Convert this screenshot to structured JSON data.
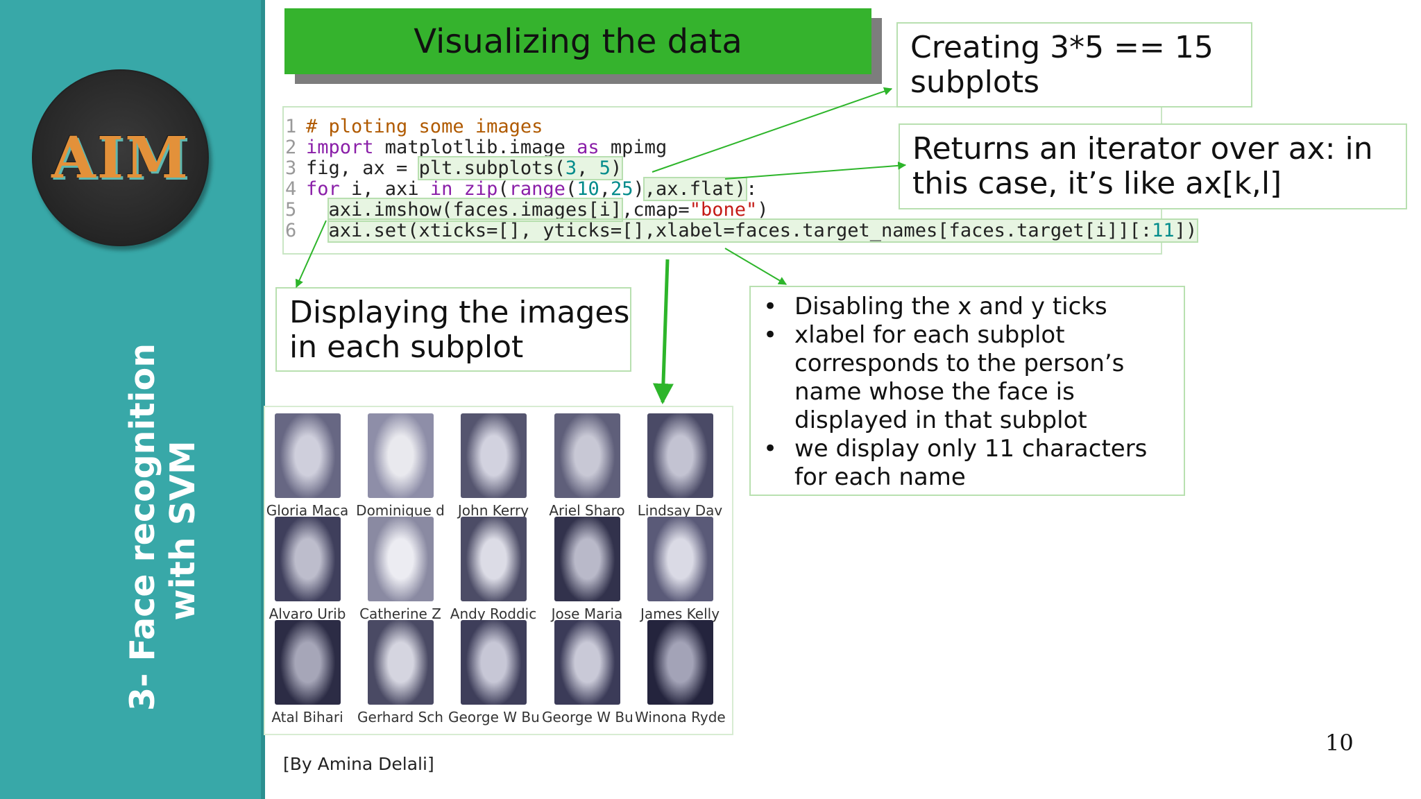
{
  "sidebar": {
    "logo_text": "AIM",
    "title_line1": "3- Face recognition",
    "title_line2": "with SVM"
  },
  "title": "Visualizing the data",
  "code": {
    "line_numbers": [
      "1",
      "2",
      "3",
      "4",
      "5",
      "6"
    ],
    "line1": "# ploting some images",
    "line2_kw1": "import",
    "line2_mid": " matplotlib.image ",
    "line2_kw2": "as",
    "line2_end": " mpimg",
    "line3_start": "fig, ax = ",
    "line3_hl": "plt.subplots(",
    "line3_n1": "3",
    "line3_sep": ", ",
    "line3_n2": "5",
    "line3_end": ")",
    "line4_kw1": "for",
    "line4_a": " i, axi ",
    "line4_kw2": "in",
    "line4_sp": " ",
    "line4_kw3": "zip",
    "line4_p1": "(",
    "line4_kw4": "range",
    "line4_p2": "(",
    "line4_n1": "10",
    "line4_c": ",",
    "line4_n2": "25",
    "line4_p3": ")",
    "line4_hl": ",ax.flat)",
    "line4_end": ":",
    "line5_hl": "axi.imshow(faces.images[i]",
    "line5_mid": ",cmap=",
    "line5_str": "\"bone\"",
    "line5_end": ")",
    "line6_a": "axi.set(xticks=[], yticks=[],xlabel=faces.target_names[faces.target[i]][:",
    "line6_n": "11",
    "line6_end": "])"
  },
  "callouts": {
    "subplots": "Creating 3*5 == 15 subplots",
    "iterator": "Returns an iterator over ax: in this case, it’s like ax[k,l]",
    "display": "Displaying the images in each subplot",
    "bullets": [
      "Disabling the x and y ticks",
      "xlabel for each subplot corresponds to the person’s name whose the face is displayed in that subplot",
      "we display only 11 characters for each name"
    ]
  },
  "faces": {
    "labels": [
      "Gloria Maca",
      "Dominique d",
      "John Kerry",
      "Ariel Sharo",
      "Lindsay Dav",
      "Alvaro Urib",
      "Catherine Z",
      "Andy Roddic",
      "Jose Maria",
      "James Kelly",
      "Atal Bihari",
      "Gerhard Sch",
      "George W Bu",
      "George W Bu",
      "Winona Ryde"
    ]
  },
  "byline": "[By Amina Delali]",
  "page_number": "10",
  "colors": {
    "sidebar": "#38a8a8",
    "title_bar": "#35b32d",
    "arrow": "#2db52a",
    "logo_text": "#e3913a"
  }
}
